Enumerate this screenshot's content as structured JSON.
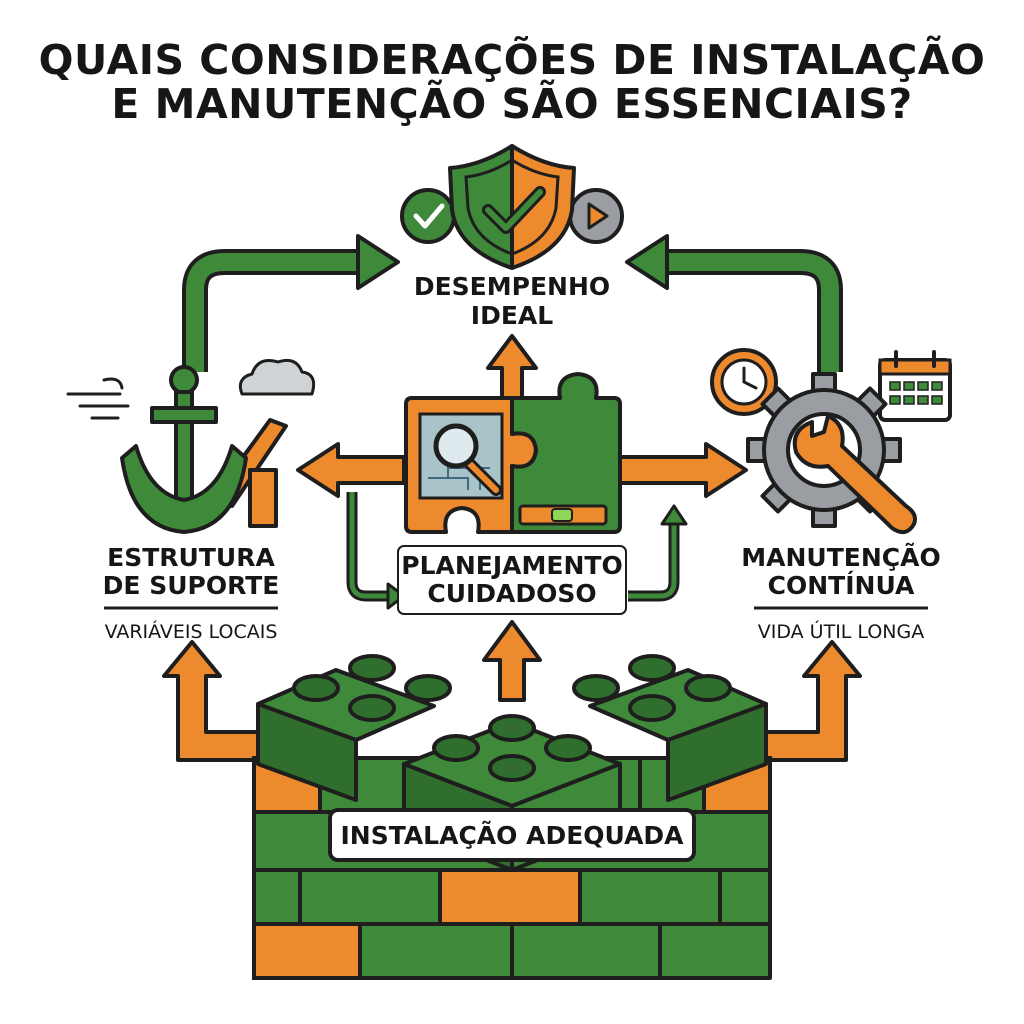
{
  "title": {
    "line1": "QUAIS CONSIDERAÇÕES DE INSTALAÇÃO",
    "line2": "E MANUTENÇÃO SÃO ESSENCIAIS?"
  },
  "nodes": {
    "top": {
      "line1": "DESEMPENHO",
      "line2": "IDEAL",
      "icon": "shield-check-icon"
    },
    "left": {
      "line1": "ESTRUTURA",
      "line2": "DE SUPORTE",
      "sub": "VARIÁVEIS LOCAIS",
      "icon": "anchor-icon"
    },
    "center": {
      "line1": "PLANEJAMENTO",
      "line2": "CUIDADOSO",
      "icon": "puzzle-icon"
    },
    "right": {
      "line1": "MANUTENÇÃO",
      "line2": "CONTÍNUA",
      "sub": "VIDA ÚTIL LONGA",
      "icon": "gear-wrench-icon"
    },
    "bottom": {
      "label": "INSTALAÇÃO ADEQUADA",
      "icon": "building-blocks-icon"
    }
  },
  "colors": {
    "green": "#3f8a3a",
    "dark_green": "#2f6e2c",
    "orange": "#ee8a2e",
    "gray": "#9a9ea2",
    "outline": "#1e1e1e"
  }
}
